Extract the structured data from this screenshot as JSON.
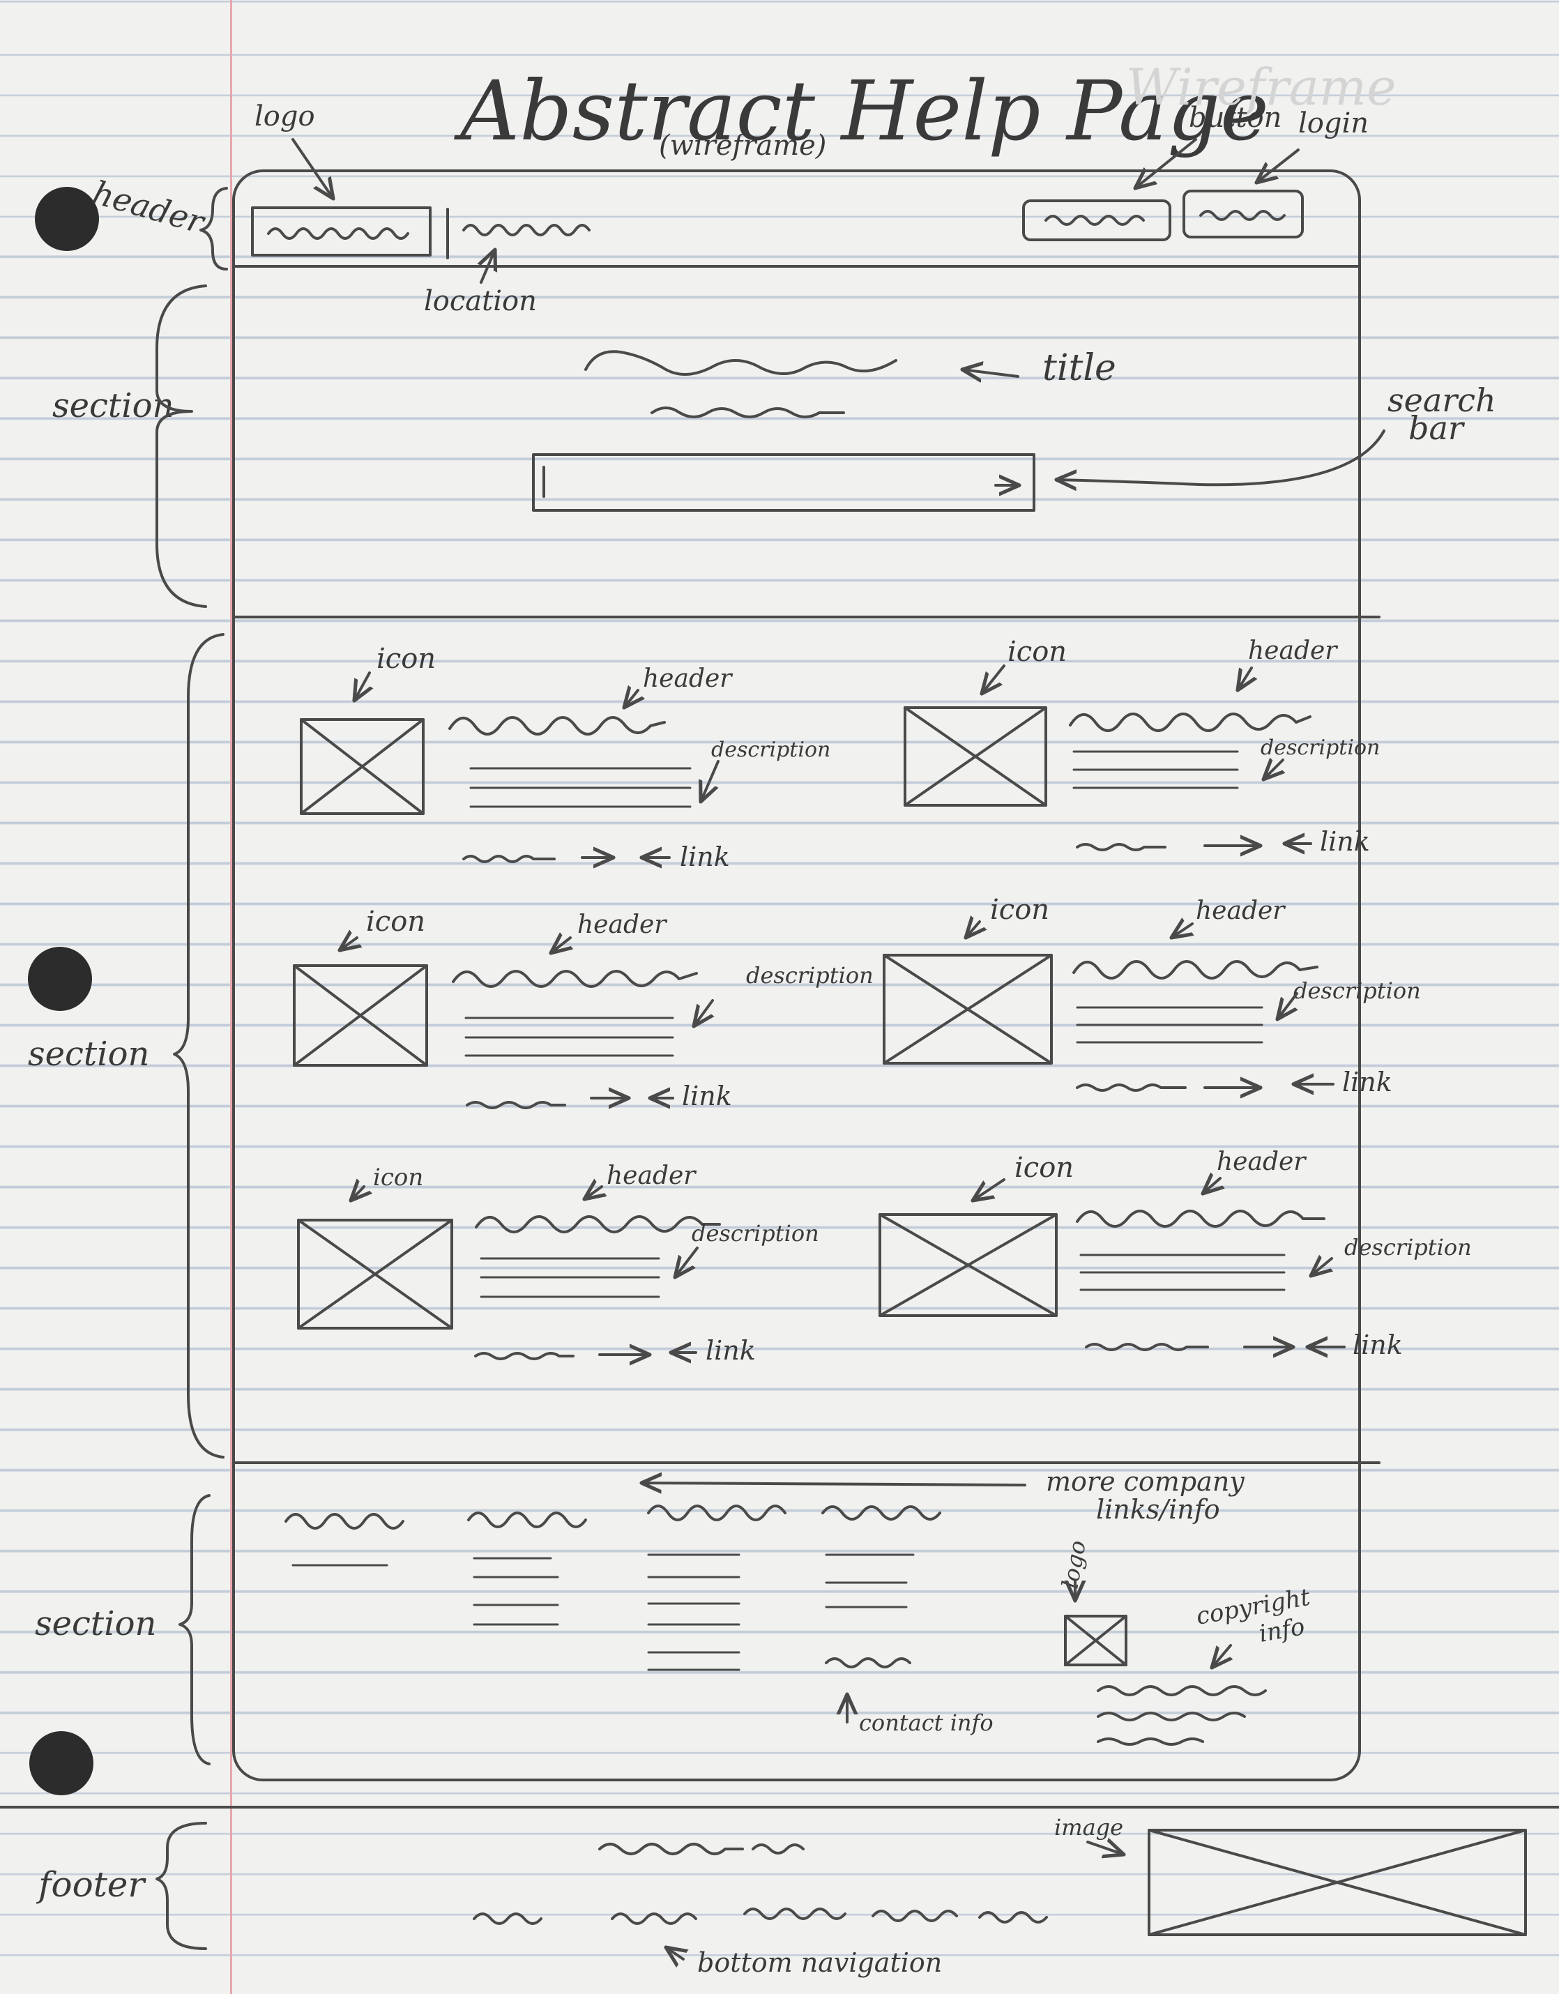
{
  "title": "Abstract Help Page",
  "subtitle": "(wireframe)",
  "faint_heading": "Wireframe",
  "left_labels": {
    "header": "header",
    "section_hero": "section",
    "section_cards": "section",
    "section_links": "section",
    "footer": "footer"
  },
  "header": {
    "logo_label": "logo",
    "location_label": "location",
    "button_label": "button",
    "login_label": "login"
  },
  "hero": {
    "title_label": "title",
    "search_label_1": "search",
    "search_label_2": "bar"
  },
  "cards": [
    {
      "icon": "icon",
      "header": "header",
      "description": "description",
      "link": "link"
    },
    {
      "icon": "icon",
      "header": "header",
      "description": "description",
      "link": "link"
    },
    {
      "icon": "icon",
      "header": "header",
      "description": "description",
      "link": "link"
    },
    {
      "icon": "icon",
      "header": "header",
      "description": "description",
      "link": "link"
    },
    {
      "icon": "icon",
      "header": "header",
      "description": "description",
      "link": "link"
    },
    {
      "icon": "icon",
      "header": "header",
      "description": "description",
      "link": "link"
    }
  ],
  "company": {
    "more_label_1": "more company",
    "more_label_2": "links/info",
    "contact_label": "contact info",
    "logo_label": "logo",
    "copyright_label_1": "copyright",
    "copyright_label_2": "info"
  },
  "footer": {
    "image_label": "image",
    "nav_label": "bottom navigation"
  }
}
